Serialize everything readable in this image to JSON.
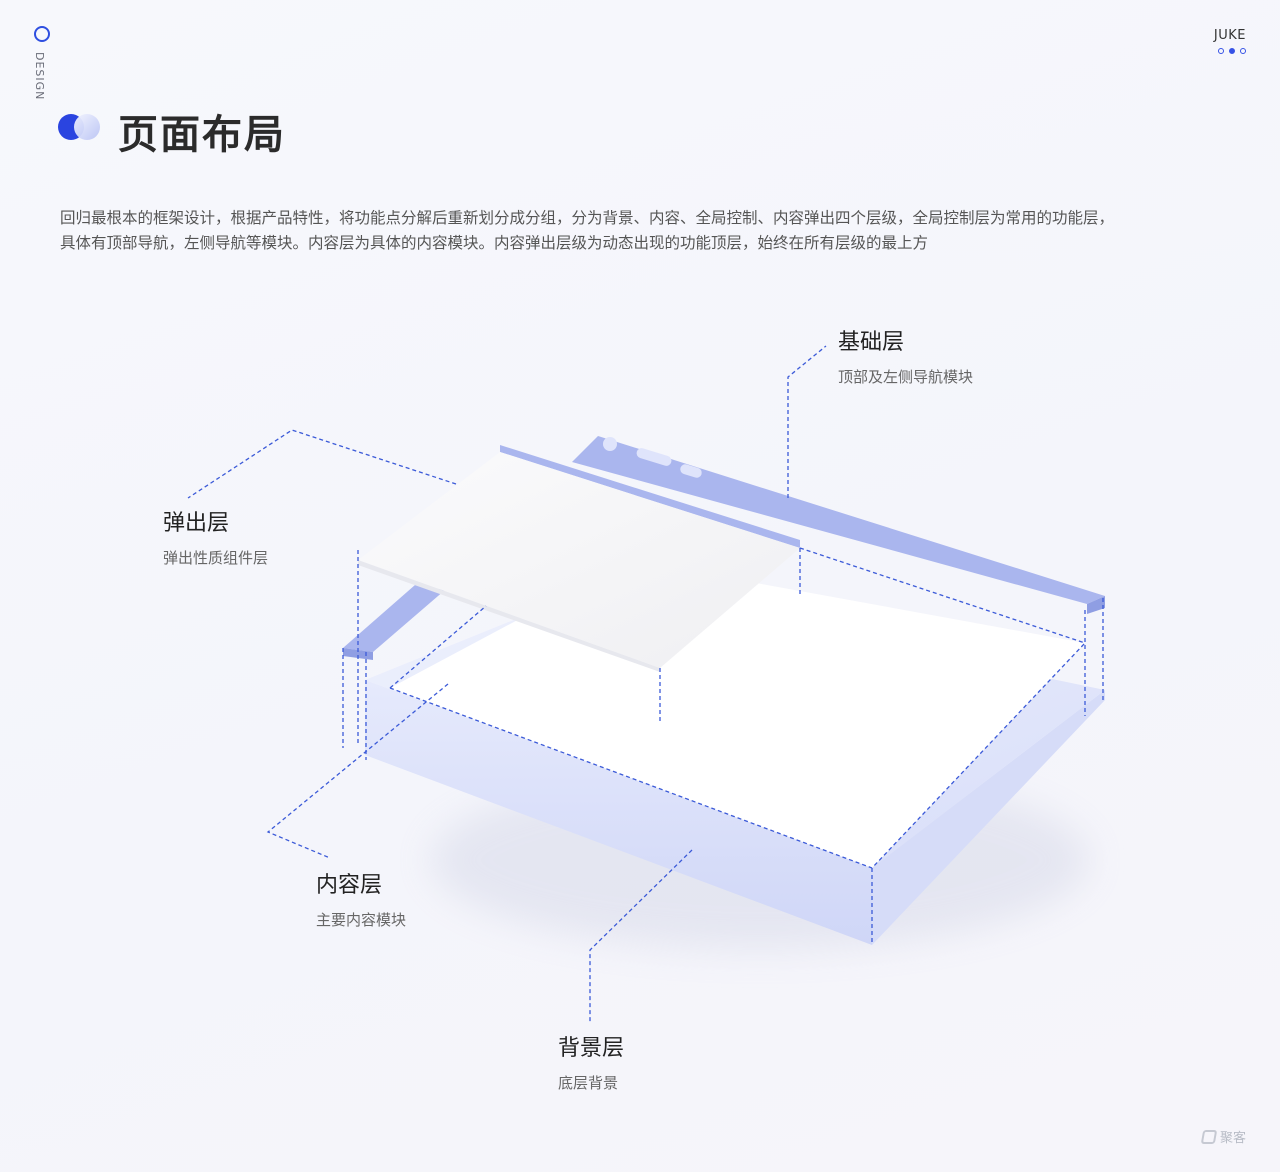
{
  "side_label": "DESIGN",
  "brand": "JUKE",
  "title": "页面布局",
  "description_line1": "回归最根本的框架设计，根据产品特性，将功能点分解后重新划分成分组，分为背景、内容、全局控制、内容弹出四个层级，全局控制层为常用的功能层，",
  "description_line2": "具体有顶部导航，左侧导航等模块。内容层为具体的内容模块。内容弹出层级为动态出现的功能顶层，始终在所有层级的最上方",
  "layers": {
    "base": {
      "title": "基础层",
      "subtitle": "顶部及左侧导航模块"
    },
    "popup": {
      "title": "弹出层",
      "subtitle": "弹出性质组件层"
    },
    "content": {
      "title": "内容层",
      "subtitle": "主要内容模块"
    },
    "background": {
      "title": "背景层",
      "subtitle": "底层背景"
    }
  },
  "footer": "聚客",
  "colors": {
    "accent": "#2a44e0",
    "nav_bar": "#aab6ee",
    "dashed_line": "#3b5ad8",
    "background_slab": "#dfe4fb"
  }
}
